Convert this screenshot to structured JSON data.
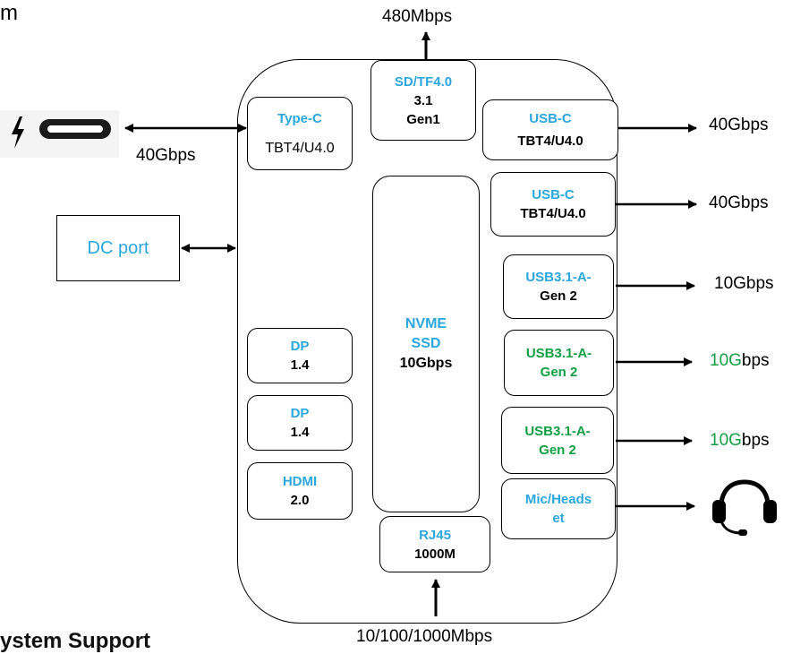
{
  "title_fragment": "m",
  "footer_heading": "ystem Support",
  "hub": {
    "sd": {
      "name": "SD/TF4.0",
      "line2": "3.1",
      "line3": "Gen1"
    },
    "typec_in": {
      "name": "Type-C",
      "spec": "TBT4/U4.0"
    },
    "usbc1": {
      "name": "USB-C",
      "spec": "TBT4/U4.0"
    },
    "usbc2": {
      "name": "USB-C",
      "spec": "TBT4/U4.0"
    },
    "usba1": {
      "name": "USB3.1-A-",
      "gen": "Gen 2"
    },
    "usba2": {
      "name": "USB3.1-A-",
      "gen": "Gen 2"
    },
    "usba3": {
      "name": "USB3.1-A-",
      "gen": "Gen 2"
    },
    "mic": {
      "name_line1": "Mic/Heads",
      "name_line2": "et"
    },
    "nvme": {
      "line1": "NVME",
      "line2": "SSD",
      "line3": "10Gbps"
    },
    "dp1": {
      "name": "DP",
      "ver": "1.4"
    },
    "dp2": {
      "name": "DP",
      "ver": "1.4"
    },
    "hdmi": {
      "name": "HDMI",
      "ver": "2.0"
    },
    "rj45": {
      "name": "RJ45",
      "speed": "1000M"
    }
  },
  "external": {
    "dc_port": "DC port",
    "thunderbolt_cable": "thunderbolt-cable-icon",
    "headset": "headset-icon"
  },
  "speeds": {
    "sd_top": "480Mbps",
    "typec_in": "40Gbps",
    "usbc1": "40Gbps",
    "usbc2": "40Gbps",
    "usba1": "10Gbps",
    "usba2_green": "10G",
    "usba2_rest": "bps",
    "usba3_green": "10G",
    "usba3_rest": "bps",
    "rj45_bottom": "10/100/1000Mbps"
  },
  "colors": {
    "accent_blue": "#2aa7df",
    "accent_green": "#12a042"
  }
}
